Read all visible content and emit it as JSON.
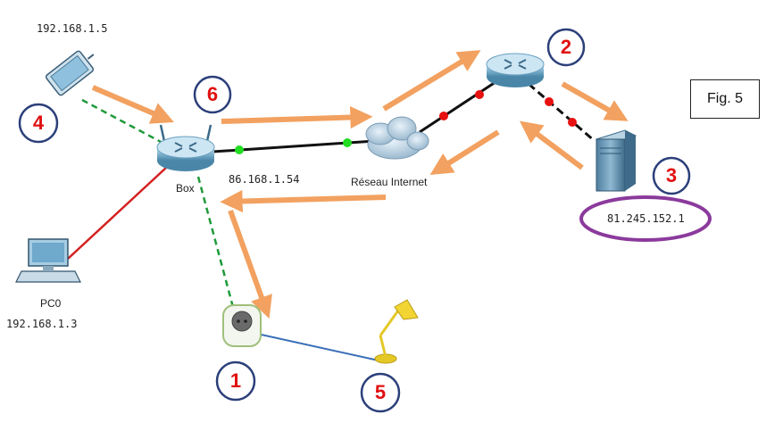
{
  "labels": {
    "tablet_ip": "192.168.1.5",
    "box_name": "Box",
    "box_wan_ip": "86.168.1.54",
    "internet_name": "Réseau Internet",
    "server_ip": "81.245.152.1",
    "pc_name": "PC0",
    "pc_ip": "192.168.1.3",
    "figure": "Fig. 5"
  },
  "markers": [
    "1",
    "2",
    "3",
    "4",
    "5",
    "6"
  ],
  "colors": {
    "arrow": "#f2a160",
    "marker_border": "#2b3f7a",
    "marker_text": "#e01010",
    "wireless_link": "#1f9a3a",
    "ethernet_link": "#d42020",
    "wan_link": "#111111",
    "lamp_link": "#3a6fb8",
    "highlight_ellipse": "#8b3a9c",
    "green_dot": "#22dd22",
    "red_dot": "#e81010"
  }
}
